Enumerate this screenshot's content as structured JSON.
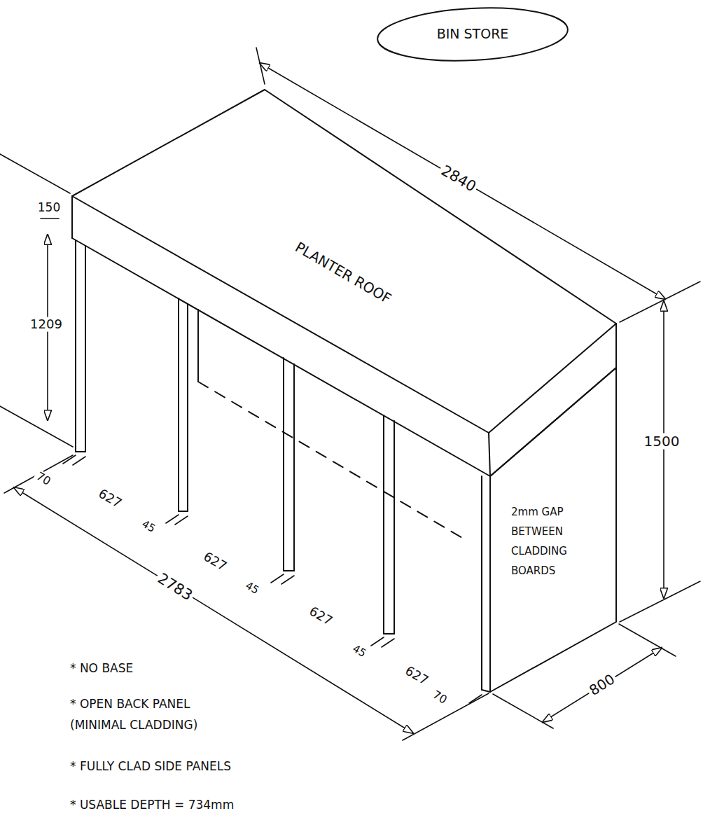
{
  "diagram": {
    "nodes": [
      {
        "text": [
          "BIN STORE"
        ]
      },
      {
        "text": [
          "PLANTER ROOF"
        ]
      },
      {
        "text": [
          "2mm GAP BETWEEN CLADDING BOARDS"
        ]
      }
    ],
    "labels": [
      "2840",
      "150",
      "1209",
      "1500",
      "70",
      "627",
      "45",
      "627",
      "45",
      "627",
      "45",
      "627",
      "70",
      "2783",
      "800",
      "* NO BASE",
      "* OPEN BACK PANEL (MINIMAL CLADDING)",
      "* FULLY CLAD SIDE PANELS",
      "* USABLE DEPTH = 734mm"
    ]
  }
}
